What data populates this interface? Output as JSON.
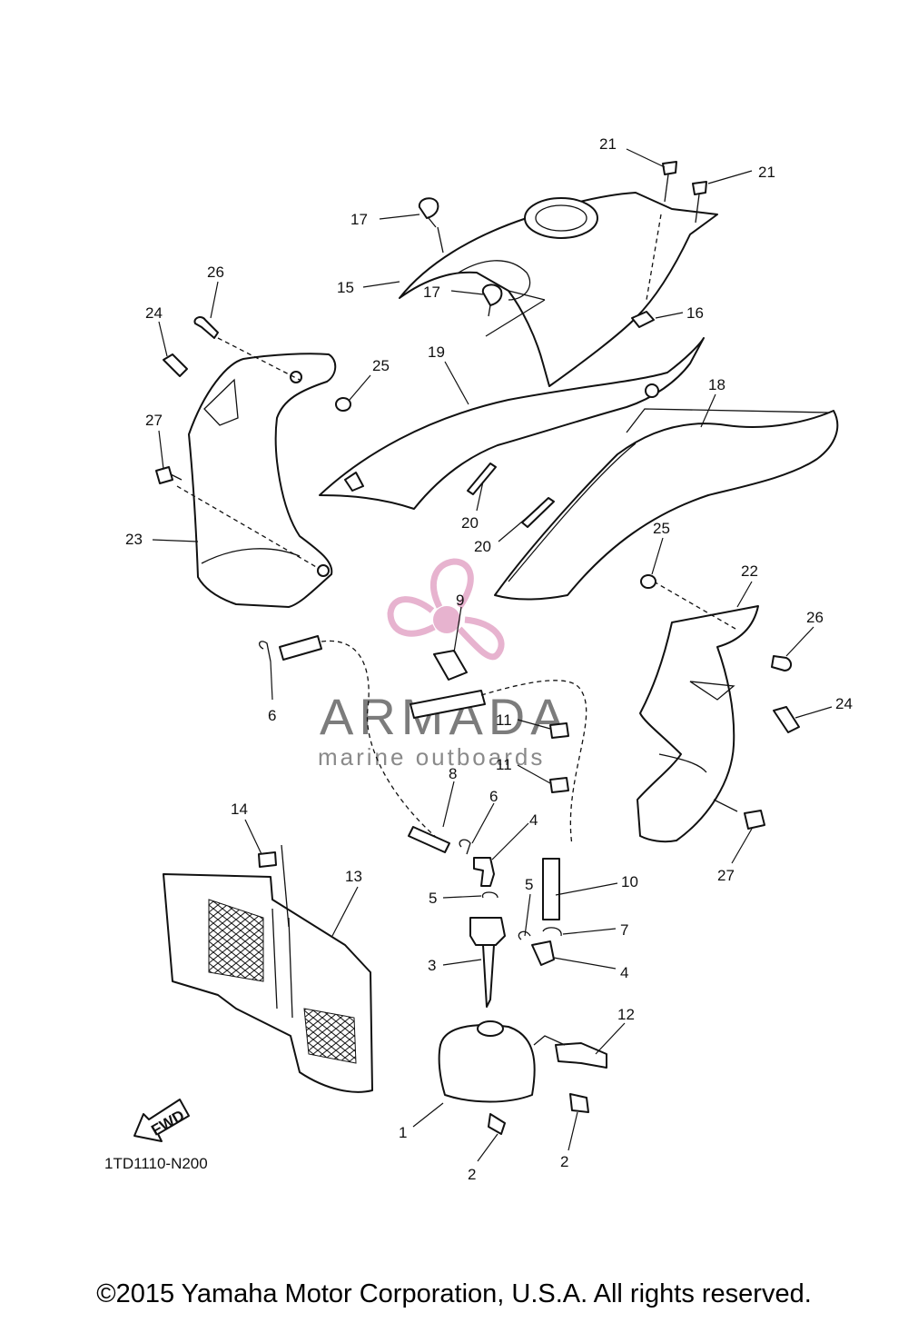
{
  "diagram": {
    "drawing_code": "1TD1110-N200",
    "copyright": "©2015 Yamaha Motor Corporation, U.S.A. All rights reserved.",
    "fwd_label": "FWD"
  },
  "watermark": {
    "wordmark": "ARMADA",
    "tagline": "marine outboards",
    "logo_color": "#e3a6c7",
    "text_color": "#7c7c7c"
  },
  "callouts": {
    "c1": "1",
    "c2a": "2",
    "c2b": "2",
    "c3": "3",
    "c4a": "4",
    "c4b": "4",
    "c5a": "5",
    "c5b": "5",
    "c6a": "6",
    "c6b": "6",
    "c7": "7",
    "c8": "8",
    "c9": "9",
    "c10": "10",
    "c11a": "11",
    "c11b": "11",
    "c12": "12",
    "c13": "13",
    "c14": "14",
    "c15": "15",
    "c16": "16",
    "c17a": "17",
    "c17b": "17",
    "c18": "18",
    "c19": "19",
    "c20a": "20",
    "c20b": "20",
    "c21a": "21",
    "c21b": "21",
    "c22": "22",
    "c23": "23",
    "c24a": "24",
    "c24b": "24",
    "c25a": "25",
    "c25b": "25",
    "c26a": "26",
    "c26b": "26",
    "c27a": "27",
    "c27b": "27"
  }
}
